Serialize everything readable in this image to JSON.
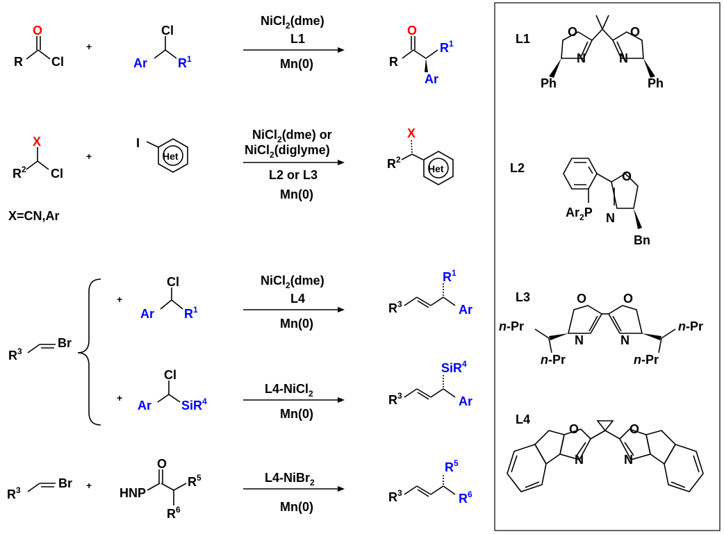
{
  "reactions": [
    {
      "reagent_a": {
        "atom_o": "O",
        "atom_r": "R",
        "atom_cl": "Cl"
      },
      "plus": "+",
      "reagent_b": {
        "cl": "Cl",
        "ar": "Ar",
        "r": "R",
        "r_sup": "1"
      },
      "conditions_top": [
        "NiCl",
        "(dme)",
        "L1"
      ],
      "conditions_bottom": "Mn(0)",
      "product": {
        "o": "O",
        "r": "R",
        "r1": "R",
        "r1_sup": "1",
        "ar": "Ar"
      }
    },
    {
      "reagent_a": {
        "x": "X",
        "r2": "R",
        "r2_sup": "2",
        "cl": "Cl",
        "note": "X=CN,Ar"
      },
      "plus": "+",
      "reagent_b": {
        "i": "I",
        "het": "Het"
      },
      "conditions_top": [
        "NiCl",
        "(dme) or",
        "NiCl",
        "(diglyme)"
      ],
      "conditions_mid": "L2 or L3",
      "conditions_bottom": "Mn(0)",
      "product": {
        "x": "X",
        "r2": "R",
        "r2_sup": "2",
        "het": "Het"
      }
    },
    {
      "reagent_a": {
        "r3": "R",
        "r3_sup": "3",
        "br": "Br"
      },
      "plus": "+",
      "reagent_b": {
        "cl": "Cl",
        "ar": "Ar",
        "r": "R",
        "r_sup": "1"
      },
      "conditions_top": [
        "NiCl",
        "(dme)",
        "L4"
      ],
      "conditions_bottom": "Mn(0)",
      "product": {
        "r3": "R",
        "r3_sup": "3",
        "r1": "R",
        "r1_sup": "1",
        "ar": "Ar"
      }
    },
    {
      "plus": "+",
      "reagent_b": {
        "cl": "Cl",
        "ar": "Ar",
        "sir": "SiR",
        "sir_sup": "4"
      },
      "conditions_top": [
        "L4-NiCl"
      ],
      "conditions_bottom": "Mn(0)",
      "product": {
        "r3": "R",
        "r3_sup": "3",
        "sir": "SiR",
        "sir_sup": "4",
        "ar": "Ar"
      }
    },
    {
      "reagent_a": {
        "r3": "R",
        "r3_sup": "3",
        "br": "Br"
      },
      "plus": "+",
      "reagent_b": {
        "o": "O",
        "hnp": "HNP",
        "r5": "R",
        "r5_sup": "5",
        "r6": "R",
        "r6_sup": "6"
      },
      "conditions_top": [
        "L4-NiBr"
      ],
      "conditions_bottom": "Mn(0)",
      "product": {
        "r3": "R",
        "r3_sup": "3",
        "r5": "R",
        "r5_sup": "5",
        "r6": "R",
        "r6_sup": "6"
      }
    }
  ],
  "subscript_2": "2",
  "ligands": {
    "L1": {
      "label": "L1",
      "o": "O",
      "n": "N",
      "ph": "Ph"
    },
    "L2": {
      "label": "L2",
      "o": "O",
      "n": "N",
      "ar2p": "Ar",
      "p": "P",
      "bn": "Bn"
    },
    "L3": {
      "label": "L3",
      "o": "O",
      "n": "N",
      "npr": "n",
      "pr": "-Pr"
    },
    "L4": {
      "label": "L4",
      "o": "O",
      "n": "N"
    }
  },
  "colors": {
    "black": "#000000",
    "blue": "#0000ff",
    "red": "#ff0000"
  }
}
